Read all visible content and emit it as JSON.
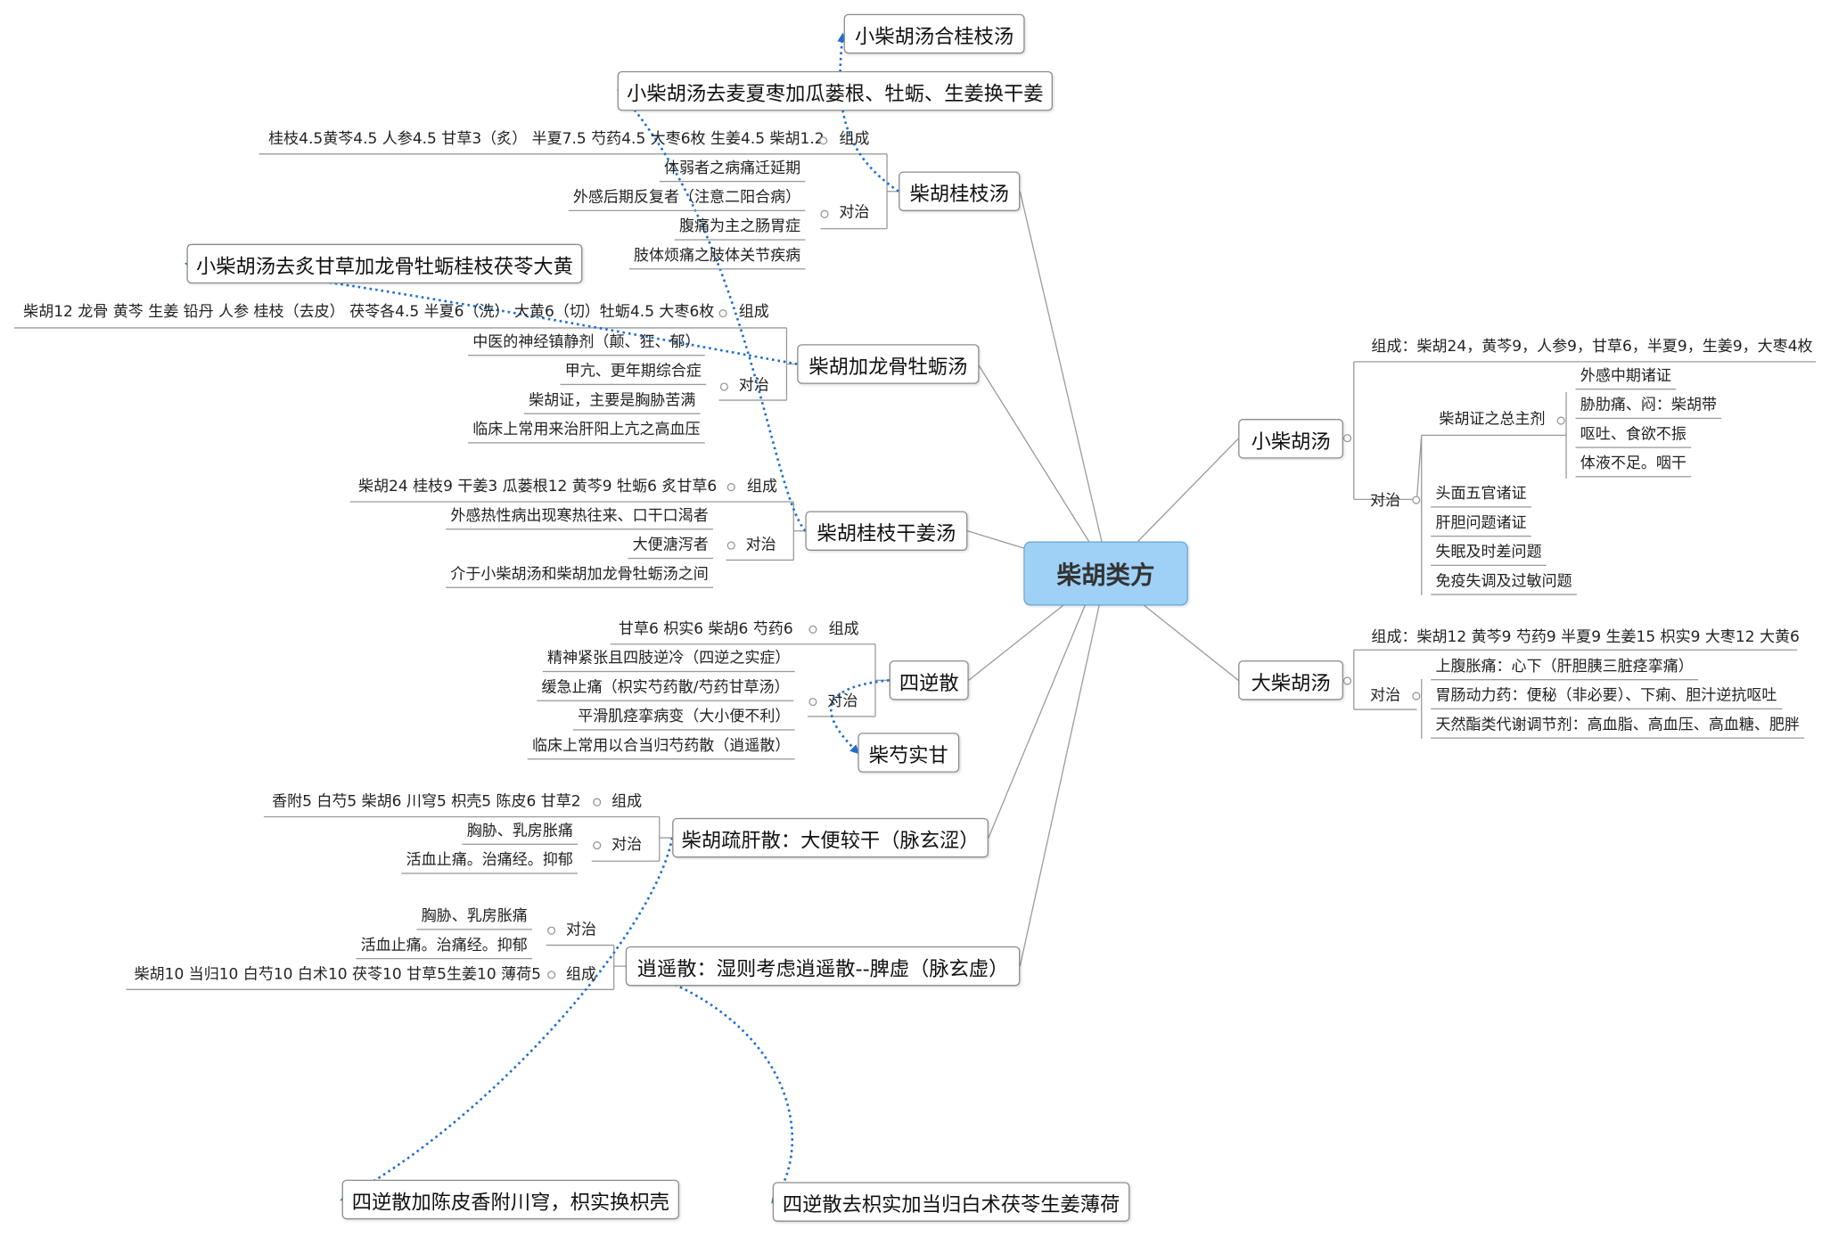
{
  "central": "柴胡类方",
  "labels": {
    "compose": "组成",
    "treat": "对治"
  },
  "colors": {
    "central_fill": "#9fd0f6",
    "link": "#1f6fcf",
    "line": "#9b9b9b"
  },
  "xiao": {
    "title": "小柴胡汤",
    "compose": "组成：柴胡24，黄芩9，人参9，甘草6，半夏9，生姜9，大枣4枚",
    "syndrome": "柴胡证之总主剂",
    "syndrome_items": [
      "外感中期诸证",
      "胁肋痛、闷：柴胡带",
      "呕吐、食欲不振",
      "体液不足。咽干"
    ],
    "items": [
      "头面五官诸证",
      "肝胆问题诸证",
      "失眠及时差问题",
      "免疫失调及过敏问题"
    ]
  },
  "da": {
    "title": "大柴胡汤",
    "compose": "组成：柴胡12 黄芩9  芍药9 半夏9 生姜15 枳实9 大枣12 大黄6",
    "items": [
      "上腹胀痛：心下（肝胆胰三脏痉挛痛）",
      "胃肠动力药：便秘（非必要）、下痢、胆汁逆抗呕吐",
      "天然酯类代谢调节剂：高血脂、高血压、高血糖、肥胖"
    ]
  },
  "guizhi": {
    "title": "柴胡桂枝汤",
    "compose": "桂枝4.5黄芩4.5 人参4.5 甘草3（炙） 半夏7.5 芍药4.5 大枣6枚 生姜4.5 柴胡1.2",
    "items": [
      "体弱者之病痛迁延期",
      "外感后期反复者（注意二阳合病）",
      "腹痛为主之肠胃症",
      "肢体烦痛之肢体关节疾病"
    ]
  },
  "longgu": {
    "title": "柴胡加龙骨牡蛎汤",
    "compose": "柴胡12 龙骨 黄芩 生姜 铅丹 人参 桂枝（去皮） 茯苓各4.5 半夏6（洗） 大黄6（切）牡蛎4.5 大枣6枚",
    "items": [
      "中医的神经镇静剂（颠、狂、郁）",
      "甲亢、更年期综合症",
      "柴胡证，主要是胸胁苦满",
      "临床上常用来治肝阳上亢之高血压"
    ]
  },
  "ganjiang": {
    "title": "柴胡桂枝干姜汤",
    "compose": "柴胡24 桂枝9 干姜3 瓜蒌根12 黄芩9 牡蛎6 炙甘草6",
    "items": [
      "外感热性病出现寒热往来、口干口渴者",
      "大便溏泻者",
      "介于小柴胡汤和柴胡加龙骨牡蛎汤之间"
    ]
  },
  "sini": {
    "title": "四逆散",
    "compose": "甘草6 枳实6 柴胡6 芍药6",
    "items": [
      "精神紧张且四肢逆冷（四逆之实症）",
      "缓急止痛（枳实芍药散/芍药甘草汤）",
      "平滑肌痉挛病变（大小便不利）",
      "临床上常用以合当归芍药散（逍遥散）"
    ]
  },
  "shugan": {
    "title": "柴胡疏肝散：大便较干（脉玄涩）",
    "compose": "香附5 白芍5 柴胡6 川穹5 枳壳5 陈皮6 甘草2",
    "items": [
      "胸胁、乳房胀痛",
      "活血止痛。治痛经。抑郁"
    ]
  },
  "xiaoyao": {
    "title": "逍遥散：湿则考虑逍遥散--脾虚（脉玄虚）",
    "compose": "柴胡10 当归10 白芍10 白术10 茯苓10 甘草5生姜10 薄荷5",
    "items": [
      "胸胁、乳房胀痛",
      "活血止痛。治痛经。抑郁"
    ]
  },
  "links": {
    "guizhi_merge": "小柴胡汤合桂枝汤",
    "ganjiang_var": "小柴胡汤去麦夏枣加瓜蒌根、牡蛎、生姜换干姜",
    "longgu_var": "小柴胡汤去炙甘草加龙骨牡蛎桂枝茯苓大黄",
    "sini_short": "柴芍实甘",
    "shugan_var": "四逆散加陈皮香附川穹，枳实换枳壳",
    "xiaoyao_var": "四逆散去枳实加当归白术茯苓生姜薄荷"
  }
}
